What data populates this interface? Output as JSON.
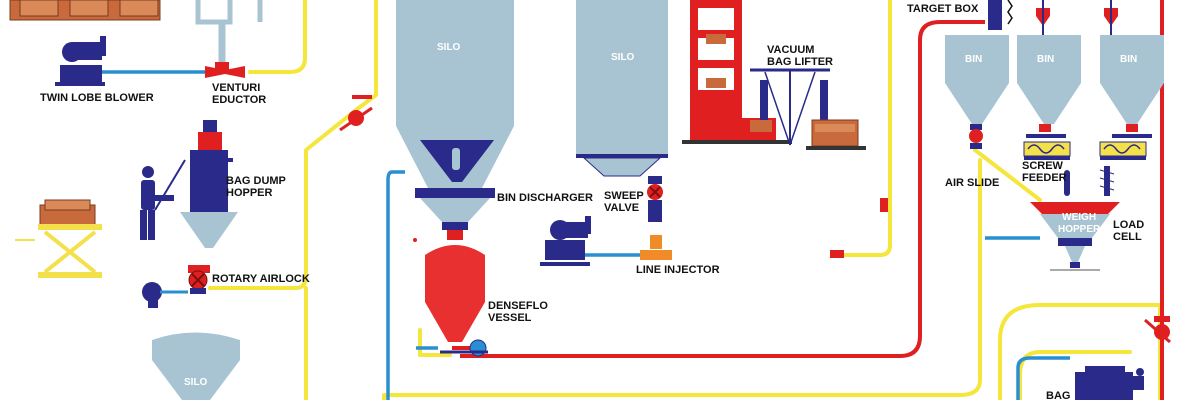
{
  "labels": {
    "twin_lobe_blower": "TWIN LOBE BLOWER",
    "venturi_eductor": [
      "VENTURI",
      "EDUCTOR"
    ],
    "bag_dump_hopper": [
      "BAG DUMP",
      "HOPPER"
    ],
    "rotary_airlock": "ROTARY AIRLOCK",
    "silo_small": "SILO",
    "silo_center": "SILO",
    "silo_right": "SILO",
    "bin_discharger": "BIN DISCHARGER",
    "sweep_valve": [
      "SWEEP",
      "VALVE"
    ],
    "line_injector": "LINE INJECTOR",
    "denseflo_vessel": [
      "DENSEFLO",
      "VESSEL"
    ],
    "vacuum_bag_lifter": [
      "VACUUM",
      "BAG LIFTER"
    ],
    "target_box": "TARGET BOX",
    "bin_1": "BIN",
    "bin_2": "BIN",
    "bin_3": "BIN",
    "air_slide": "AIR SLIDE",
    "screw_feeder": [
      "SCREW",
      "FEEDER"
    ],
    "weigh_hopper": [
      "WEIGH",
      "HOPPER"
    ],
    "load_cell": [
      "LOAD",
      "CELL"
    ],
    "bag_partial": "BAG"
  },
  "colors": {
    "yellow_line": "#f5e63c",
    "red_line": "#e02020",
    "blue_line": "#2a8fd0",
    "silo_fill": "#a8c4d2",
    "navy_fill": "#2a2a8a",
    "red_fill": "#e83030",
    "orange_fill": "#f08c28",
    "crate_fill": "#c86a3c",
    "table_yellow": "#f4e04a"
  }
}
